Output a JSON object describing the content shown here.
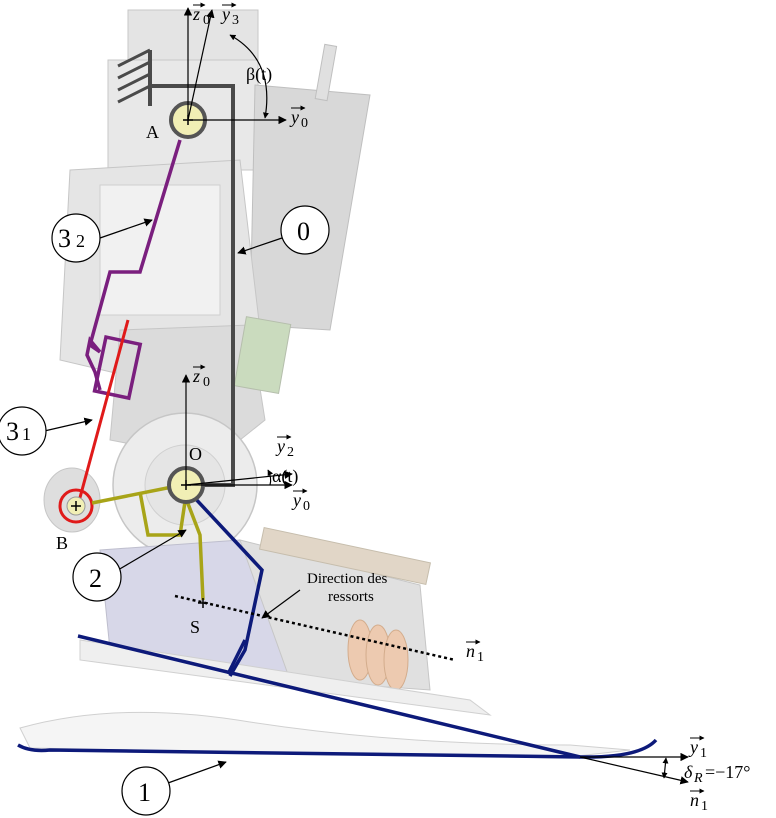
{
  "diagram": {
    "part_labels": {
      "part_0": "0",
      "part_1": "1",
      "part_2": "2",
      "part_3_1": "3",
      "part_3_1_sub": "1",
      "part_3_2": "3",
      "part_3_2_sub": "2"
    },
    "points": {
      "A": "A",
      "O": "O",
      "B": "B",
      "S": "S"
    },
    "vectors": {
      "z0_top": "z",
      "z0_top_sub": "0",
      "y3": "y",
      "y3_sub": "3",
      "y0_top": "y",
      "y0_top_sub": "0",
      "z0_mid": "z",
      "z0_mid_sub": "0",
      "y2": "y",
      "y2_sub": "2",
      "y0_mid": "y",
      "y0_mid_sub": "0",
      "n1_mid": "n",
      "n1_mid_sub": "1",
      "y1": "y",
      "y1_sub": "1",
      "n1_bot": "n",
      "n1_bot_sub": "1"
    },
    "angles": {
      "beta": "β(t)",
      "alpha": "α(t)",
      "delta_symbol": "δ",
      "delta_sub": "R",
      "delta_value": "=−17°"
    },
    "annotations": {
      "spring_direction_line1": "Direction des",
      "spring_direction_line2": "ressorts"
    },
    "colors": {
      "frame_0": "#4a4a4a",
      "part_1": "#0d1a7a",
      "part_2": "#a8a418",
      "part_3_2": "#7a1f7e",
      "part_3_1": "#e01a1a",
      "motor_grey": "#b9b9b9"
    }
  }
}
